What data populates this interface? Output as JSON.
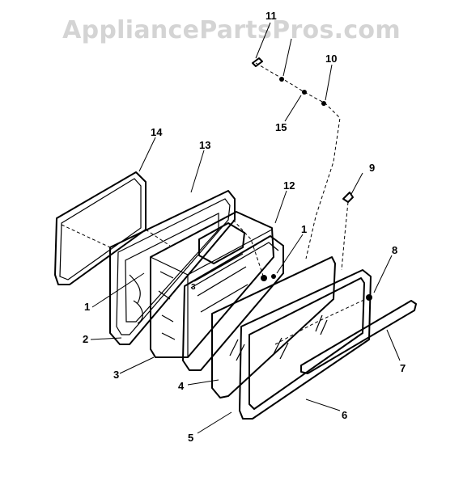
{
  "watermark": "AppliancePartsPros.com",
  "callouts": [
    {
      "id": "c11",
      "label": "11"
    },
    {
      "id": "c10",
      "label": "10"
    },
    {
      "id": "c15",
      "label": "15"
    },
    {
      "id": "c9",
      "label": "9"
    },
    {
      "id": "c14",
      "label": "14"
    },
    {
      "id": "c13",
      "label": "13"
    },
    {
      "id": "c12",
      "label": "12"
    },
    {
      "id": "c1a",
      "label": "1"
    },
    {
      "id": "c1b",
      "label": "1"
    },
    {
      "id": "c8",
      "label": "8"
    },
    {
      "id": "c2",
      "label": "2"
    },
    {
      "id": "c3",
      "label": "3"
    },
    {
      "id": "c7",
      "label": "7"
    },
    {
      "id": "c4",
      "label": "4"
    },
    {
      "id": "c6",
      "label": "6"
    },
    {
      "id": "c5",
      "label": "5"
    },
    {
      "id": "c3s",
      "label": "3"
    }
  ]
}
